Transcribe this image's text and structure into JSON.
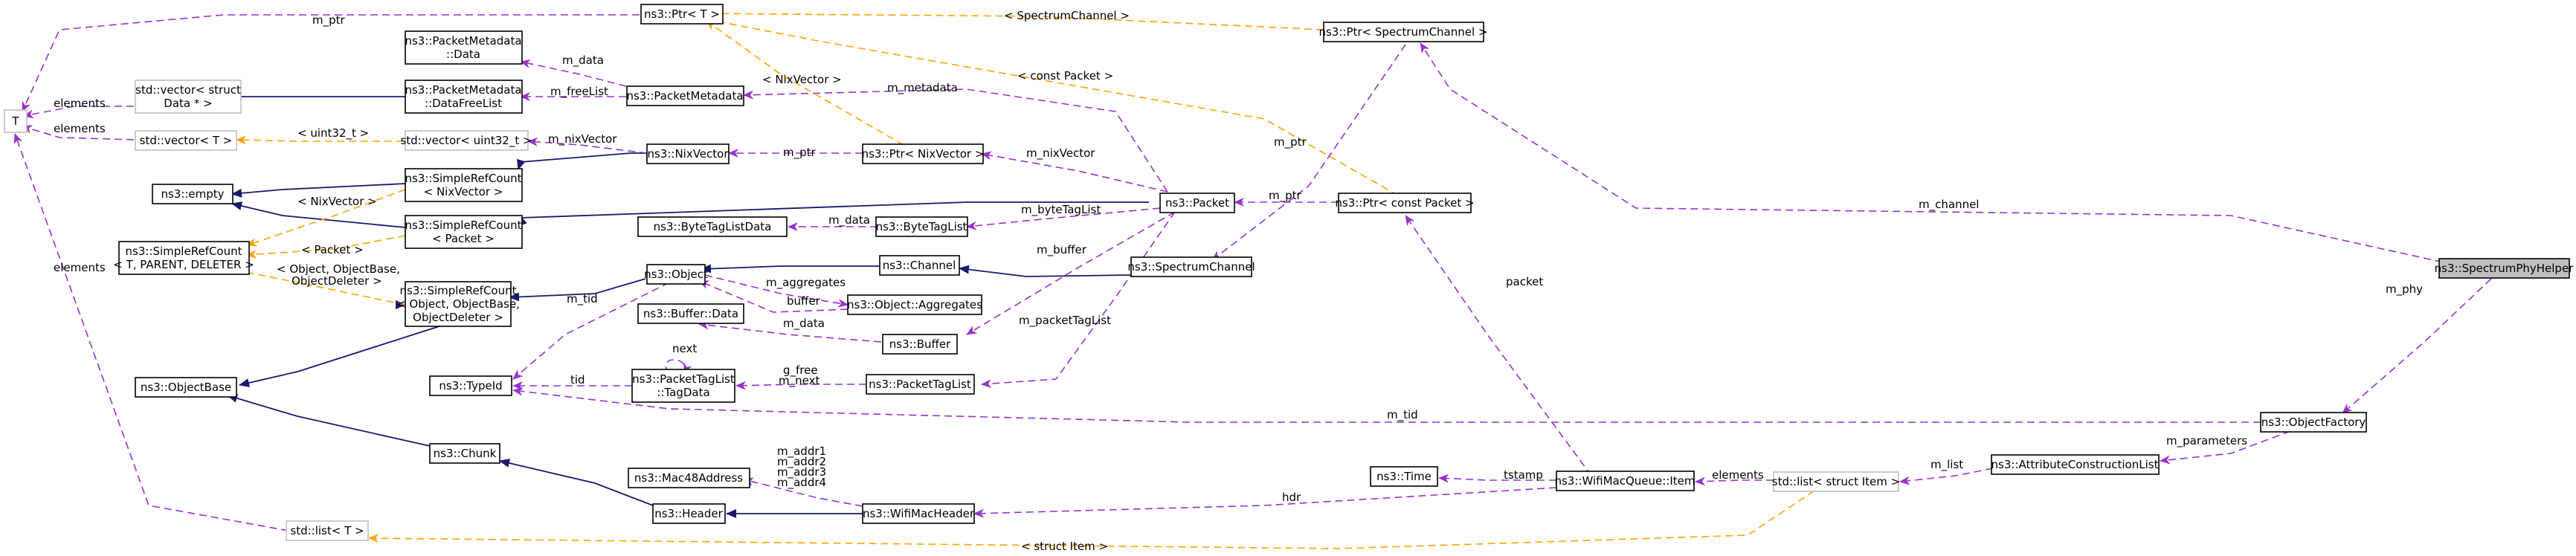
{
  "nodes": {
    "T": "T",
    "ptr_T": "ns3::Ptr< T >",
    "pktmeta_data": [
      "ns3::PacketMetadata",
      "::Data"
    ],
    "vector_struct": [
      "std::vector< struct",
      "Data * >"
    ],
    "pktmeta_freelist": [
      "ns3::PacketMetadata",
      "::DataFreeList"
    ],
    "pktmeta": "ns3::PacketMetadata",
    "vector_T": "std::vector< T >",
    "vector_u32": "std::vector< uint32_t >",
    "nixvector": "ns3::NixVector",
    "ptr_nix": "ns3::Ptr< NixVector >",
    "empty": "ns3::empty",
    "srefc_nix": [
      "ns3::SimpleRefCount",
      "< NixVector >"
    ],
    "srefc_pkt": [
      "ns3::SimpleRefCount",
      "< Packet >"
    ],
    "srefc_tpd": [
      "ns3::SimpleRefCount",
      "< T, PARENT, DELETER >"
    ],
    "bytetaglistdata": "ns3::ByteTagListData",
    "bytetaglist": "ns3::ByteTagList",
    "packet": "ns3::Packet",
    "ptr_cpacket": "ns3::Ptr< const Packet >",
    "ptr_spectrum": "ns3::Ptr< SpectrumChannel >",
    "object": "ns3::Object",
    "channel": "ns3::Channel",
    "spectrumchannel": "ns3::SpectrumChannel",
    "srefc_obj": [
      "ns3::SimpleRefCount",
      "< Object, ObjectBase,",
      "ObjectDeleter >"
    ],
    "obj_aggr": "ns3::Object::Aggregates",
    "buffer_data": "ns3::Buffer::Data",
    "buffer": "ns3::Buffer",
    "objectbase": "ns3::ObjectBase",
    "typeid": "ns3::TypeId",
    "ptaglist_tagdata": [
      "ns3::PacketTagList",
      "::TagData"
    ],
    "packettaglist": "ns3::PacketTagList",
    "chunk": "ns3::Chunk",
    "mac48": "ns3::Mac48Address",
    "header": "ns3::Header",
    "wifimacheader": "ns3::WifiMacHeader",
    "list_T": "std::list< T >",
    "time": "ns3::Time",
    "wifimacqueue_item": "ns3::WifiMacQueue::Item",
    "list_item": "std::list< struct Item >",
    "attrlist": "ns3::AttributeConstructionList",
    "objectfactory": "ns3::ObjectFactory",
    "spectrumphyhelper": "ns3::SpectrumPhyHelper"
  },
  "edge_labels": {
    "m_ptr_top": "m_ptr",
    "spectrum_channel": "< SpectrumChannel >",
    "m_data_pm": "m_data",
    "nix_vector_tmpl": "< NixVector >",
    "m_metadata": "m_metadata",
    "const_packet": "< const Packet >",
    "elements_vec": "elements",
    "m_freelist": "m_freeList",
    "elements_T": "elements",
    "uint32_tmpl": "< uint32_t >",
    "m_nixvector_vec": "m_nixVector",
    "m_ptr_nix": "m_ptr",
    "m_nixvector_pkt": "m_nixVector",
    "m_ptr_spectrum": "m_ptr",
    "nix_vector_tmpl2": "< NixVector >",
    "m_data_btl": "m_data",
    "m_bytetaglist": "m_byteTagList",
    "m_ptr_pkt": "m_ptr",
    "m_channel": "m_channel",
    "packet_tmpl": "< Packet >",
    "elements_list": "elements",
    "obj_tmpl": [
      "< Object, ObjectBase,",
      "ObjectDeleter >"
    ],
    "m_aggregates": "m_aggregates",
    "buffer_lbl": "buffer",
    "m_buffer": "m_buffer",
    "m_tid": "m_tid",
    "m_data_buf": "m_data",
    "m_packettaglist": "m_packetTagList",
    "packet_lbl": "packet",
    "m_phy": "m_phy",
    "next": "next",
    "tid": "tid",
    "g_free_next": [
      "g_free",
      "m_next"
    ],
    "m_tid_of": "m_tid",
    "m_addr": [
      "m_addr1",
      "m_addr2",
      "m_addr3",
      "m_addr4"
    ],
    "m_parameters": "m_parameters",
    "m_list": "m_list",
    "tstamp": "tstamp",
    "elements_items": "elements",
    "hdr": "hdr",
    "struct_item": "< struct Item >"
  },
  "colors": {
    "inheritance": "#191970",
    "member": "#9a32cd",
    "template": "#ffa500",
    "ghost_border": "#bfbfbf",
    "focus_fill": "#bfbfbf"
  }
}
